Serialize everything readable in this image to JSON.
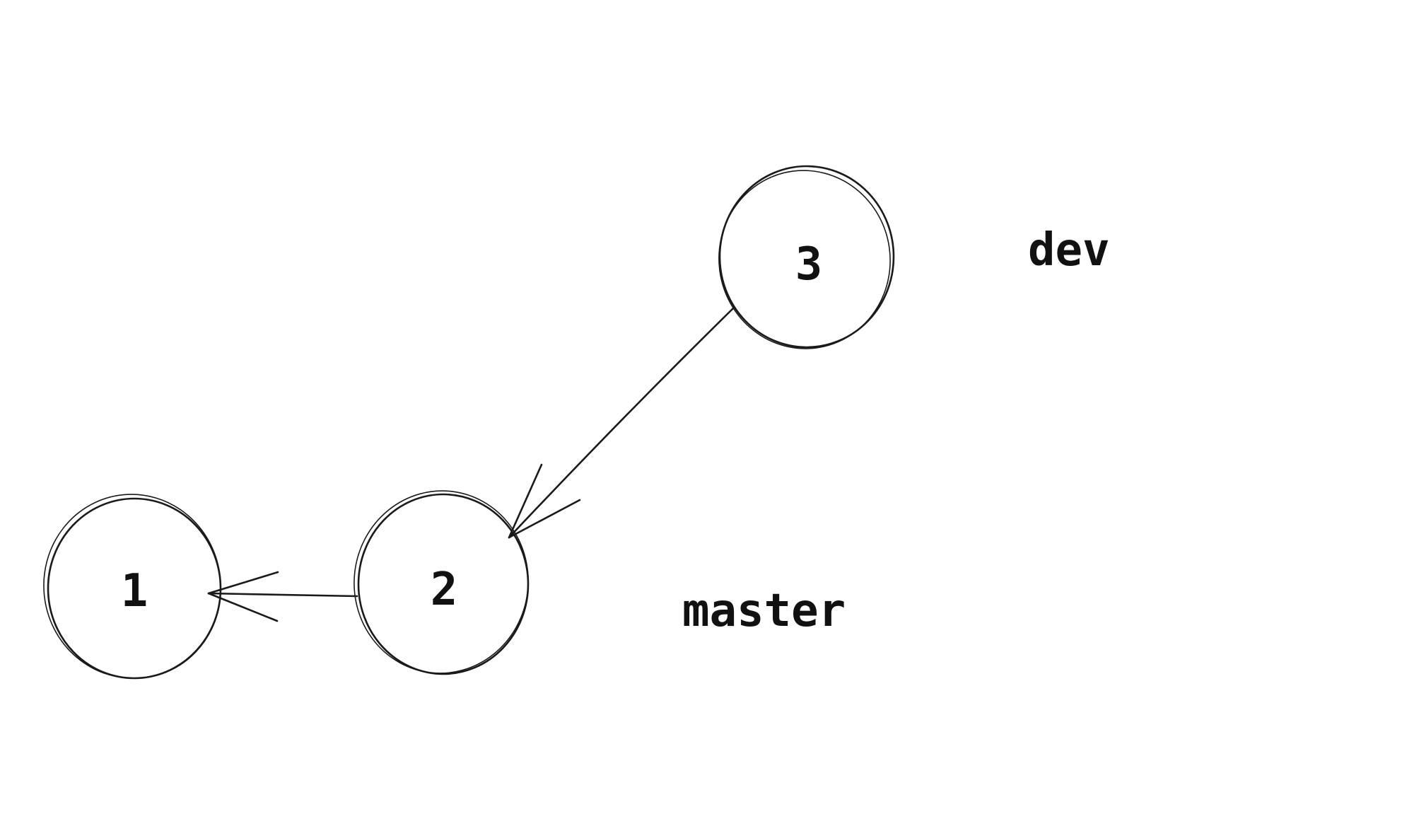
{
  "nodes": [
    {
      "id": "node-1",
      "label": "1"
    },
    {
      "id": "node-2",
      "label": "2"
    },
    {
      "id": "node-3",
      "label": "3"
    }
  ],
  "branches": [
    {
      "id": "branch-master",
      "label": "master"
    },
    {
      "id": "branch-dev",
      "label": "dev"
    }
  ],
  "edges": [
    {
      "from": "2",
      "to": "1"
    },
    {
      "from": "3",
      "to": "2"
    }
  ],
  "colors": {
    "stroke": "#1a1a1a",
    "background": "#ffffff"
  }
}
